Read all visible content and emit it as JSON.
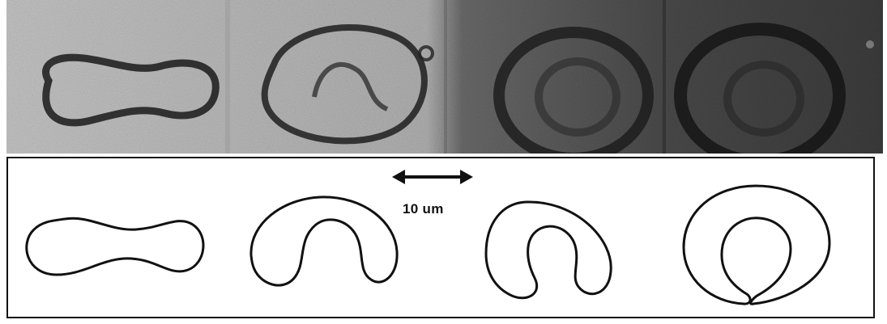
{
  "figure": {
    "scale_bar": {
      "label": "10 um"
    }
  },
  "colors": {
    "photo_background": "#b8b8b8",
    "photo_dark_background": "#3a3a3a",
    "cell_outline": "#111111",
    "frame": "#111111"
  },
  "photos": [
    {
      "name": "elongated-dumbbell-vesicle"
    },
    {
      "name": "bent-vesicle"
    },
    {
      "name": "u-shaped-vesicle"
    },
    {
      "name": "ring-vesicle"
    }
  ],
  "computed_shapes": [
    {
      "name": "dumbbell-shape"
    },
    {
      "name": "arch-shape"
    },
    {
      "name": "horseshoe-shape"
    },
    {
      "name": "stomatocyte-ring-shape"
    }
  ]
}
